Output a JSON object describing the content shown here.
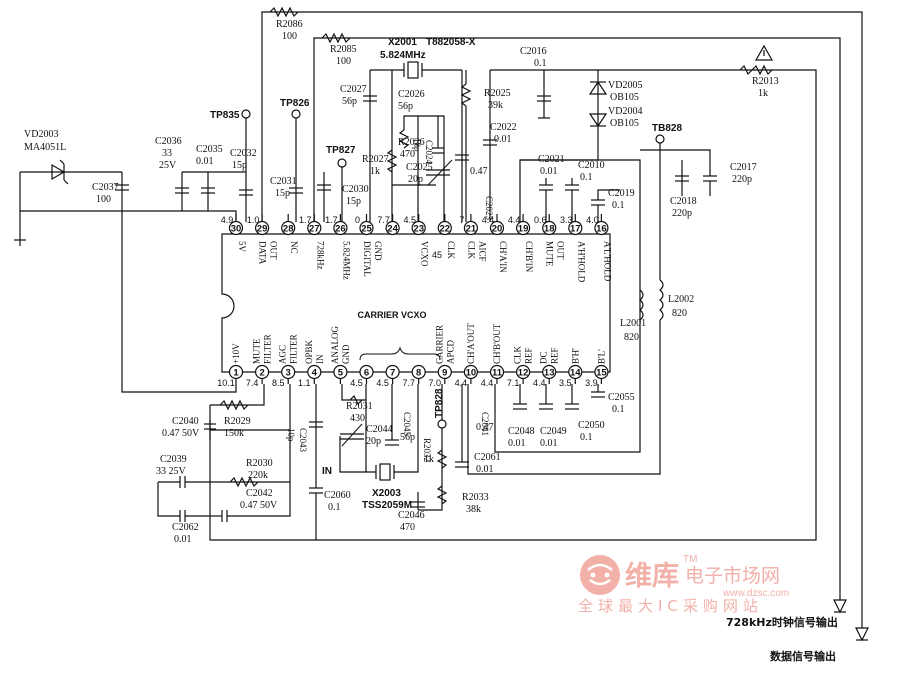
{
  "ic": {
    "top_pins": [
      {
        "num": "30",
        "fn": "5V",
        "v": "4.9"
      },
      {
        "num": "29",
        "fn": "DATA OUT",
        "v": "1.0"
      },
      {
        "num": "28",
        "fn": "NC",
        "v": ""
      },
      {
        "num": "27",
        "fn": "728kHz",
        "v": "1.7"
      },
      {
        "num": "26",
        "fn": "5.824MHz",
        "v": "1.7"
      },
      {
        "num": "25",
        "fn": "DIGITAL GND",
        "v": "0"
      },
      {
        "num": "24",
        "fn": "",
        "v": "7.7"
      },
      {
        "num": "23",
        "fn": "VCXO",
        "v": "4.5"
      },
      {
        "num": "22",
        "fn": "CLK",
        "v": ""
      },
      {
        "num": "21",
        "fn": "CLK AICF",
        "v": "7"
      },
      {
        "num": "20",
        "fn": "CH'A'IN",
        "v": "4.4"
      },
      {
        "num": "19",
        "fn": "CH'B'IN",
        "v": "4.4"
      },
      {
        "num": "18",
        "fn": "MUTE OUT",
        "v": "0.6"
      },
      {
        "num": "17",
        "fn": "A'H'HOLD",
        "v": "3.3"
      },
      {
        "num": "16",
        "fn": "A'L'HOLD",
        "v": "4.0"
      }
    ],
    "bottom_pins": [
      {
        "num": "1",
        "fn": "+10V",
        "v": "10.1"
      },
      {
        "num": "2",
        "fn": "MUTE FILTER",
        "v": "7.4"
      },
      {
        "num": "3",
        "fn": "AGC FILTER",
        "v": "8.5"
      },
      {
        "num": "4",
        "fn": "OPBK IN",
        "v": "1.1"
      },
      {
        "num": "5",
        "fn": "ANALOG GND",
        "v": ""
      },
      {
        "num": "6",
        "fn": "",
        "v": "4.5"
      },
      {
        "num": "7",
        "fn": "",
        "v": "4.5"
      },
      {
        "num": "8",
        "fn": "",
        "v": "7.7"
      },
      {
        "num": "9",
        "fn": "CARRIER APCD",
        "v": "7.0"
      },
      {
        "num": "10",
        "fn": "CH'A'OUT",
        "v": "4.4"
      },
      {
        "num": "11",
        "fn": "CH'B'OUT",
        "v": "4.4"
      },
      {
        "num": "12",
        "fn": "CLK REF",
        "v": "7.1"
      },
      {
        "num": "13",
        "fn": "DC REF",
        "v": "4.4"
      },
      {
        "num": "14",
        "fn": "B'H'",
        "v": "3.5"
      },
      {
        "num": "15",
        "fn": "B'L'",
        "v": "3.9"
      }
    ],
    "carrier_vcxo": "CARRIER VCXO",
    "pin22_note": "45"
  },
  "components": {
    "vd2003": {
      "ref": "VD2003",
      "part": "MA4051L"
    },
    "c2036": {
      "ref": "C2036",
      "val1": "33",
      "val2": "25V"
    },
    "c2035": {
      "ref": "C2035",
      "val": "0.01"
    },
    "c2032": {
      "ref": "C2032",
      "val": "15p"
    },
    "c2037": {
      "ref": "C2037",
      "val": "100"
    },
    "r2086": {
      "ref": "R2086",
      "val": "100"
    },
    "r2085": {
      "ref": "R2085",
      "val": "100"
    },
    "x2001": {
      "ref": "X2001",
      "val": "5.824MHz",
      "part": "T882058-X"
    },
    "c2027": {
      "ref": "C2027",
      "val": "56p"
    },
    "c2026": {
      "ref": "C2026",
      "val": "56p"
    },
    "c2024": {
      "ref": "C2024",
      "val": "18p"
    },
    "r2026": {
      "ref": "R2026",
      "val": "470"
    },
    "c2025": {
      "ref": "C2025",
      "val": "20p"
    },
    "r2027": {
      "ref": "R2027",
      "val": "1k"
    },
    "c2031": {
      "ref": "C2031",
      "val": "15p"
    },
    "c2030": {
      "ref": "C2030",
      "val": "15p"
    },
    "c2023": {
      "ref": "C2023",
      "val": "0.47"
    },
    "r2025": {
      "ref": "R2025",
      "val": "39k"
    },
    "c2022": {
      "ref": "C2022",
      "val": "0.01"
    },
    "c2016": {
      "ref": "C2016",
      "val": "0.1"
    },
    "vd2005": {
      "ref": "VD2005",
      "part": "OB105"
    },
    "vd2004": {
      "ref": "VD2004",
      "part": "OB105"
    },
    "r2013": {
      "ref": "R2013",
      "val": "1k"
    },
    "c2021": {
      "ref": "C2021",
      "val": "0.01"
    },
    "c2010": {
      "ref": "C2010",
      "val": "0.1"
    },
    "c2019": {
      "ref": "C2019",
      "val": "0.1"
    },
    "c2018": {
      "ref": "C2018",
      "val": "220p"
    },
    "c2017": {
      "ref": "C2017",
      "val": "220p"
    },
    "l2001": {
      "ref": "L2001",
      "val": "820"
    },
    "l2002": {
      "ref": "L2002",
      "val": "820"
    },
    "r2029": {
      "ref": "R2029",
      "val": "150k"
    },
    "c2040": {
      "ref": "C2040",
      "val": "0.47 50V"
    },
    "c2039": {
      "ref": "C2039",
      "val": "33 25V"
    },
    "r2030": {
      "ref": "R2030",
      "val": "220k"
    },
    "c2042": {
      "ref": "C2042",
      "val": "0.47 50V"
    },
    "c2062": {
      "ref": "C2062",
      "val": "0.01"
    },
    "c2043": {
      "ref": "C2043",
      "val": "10p"
    },
    "c2060": {
      "ref": "C2060",
      "val": "0.1"
    },
    "r2031": {
      "ref": "R2031",
      "val": "430"
    },
    "c2044": {
      "ref": "C2044",
      "val": "20p"
    },
    "c2045": {
      "ref": "C2045",
      "val": "56p"
    },
    "r2032": {
      "ref": "R2032",
      "val": "1k"
    },
    "x2003": {
      "ref": "X2003",
      "part": "TSS2059M"
    },
    "c2046": {
      "ref": "C2046",
      "val": "470"
    },
    "r2033": {
      "ref": "R2033",
      "val": "38k"
    },
    "c2041": {
      "ref": "C2041",
      "val": "0.47"
    },
    "c2061": {
      "ref": "C2061",
      "val": "0.01"
    },
    "c2048": {
      "ref": "C2048",
      "val": "0.01"
    },
    "c2049": {
      "ref": "C2049",
      "val": "0.01"
    },
    "c2050": {
      "ref": "C2050",
      "val": "0.1"
    },
    "c2055": {
      "ref": "C2055",
      "val": "0.1"
    }
  },
  "testpoints": {
    "tp835": "TP835",
    "tp826": "TP826",
    "tp827": "TP827",
    "tb828": "TB828",
    "tp828": "TP828"
  },
  "labels": {
    "in": "IN",
    "out_728": "728kHz时钟信号输出",
    "out_data": "数据信号输出"
  },
  "watermark": {
    "brand": "维库",
    "cn": "电子市场网",
    "url": "www.dzsc.com",
    "slogan": "全球最大IC采购网站",
    "tm": "TM"
  }
}
